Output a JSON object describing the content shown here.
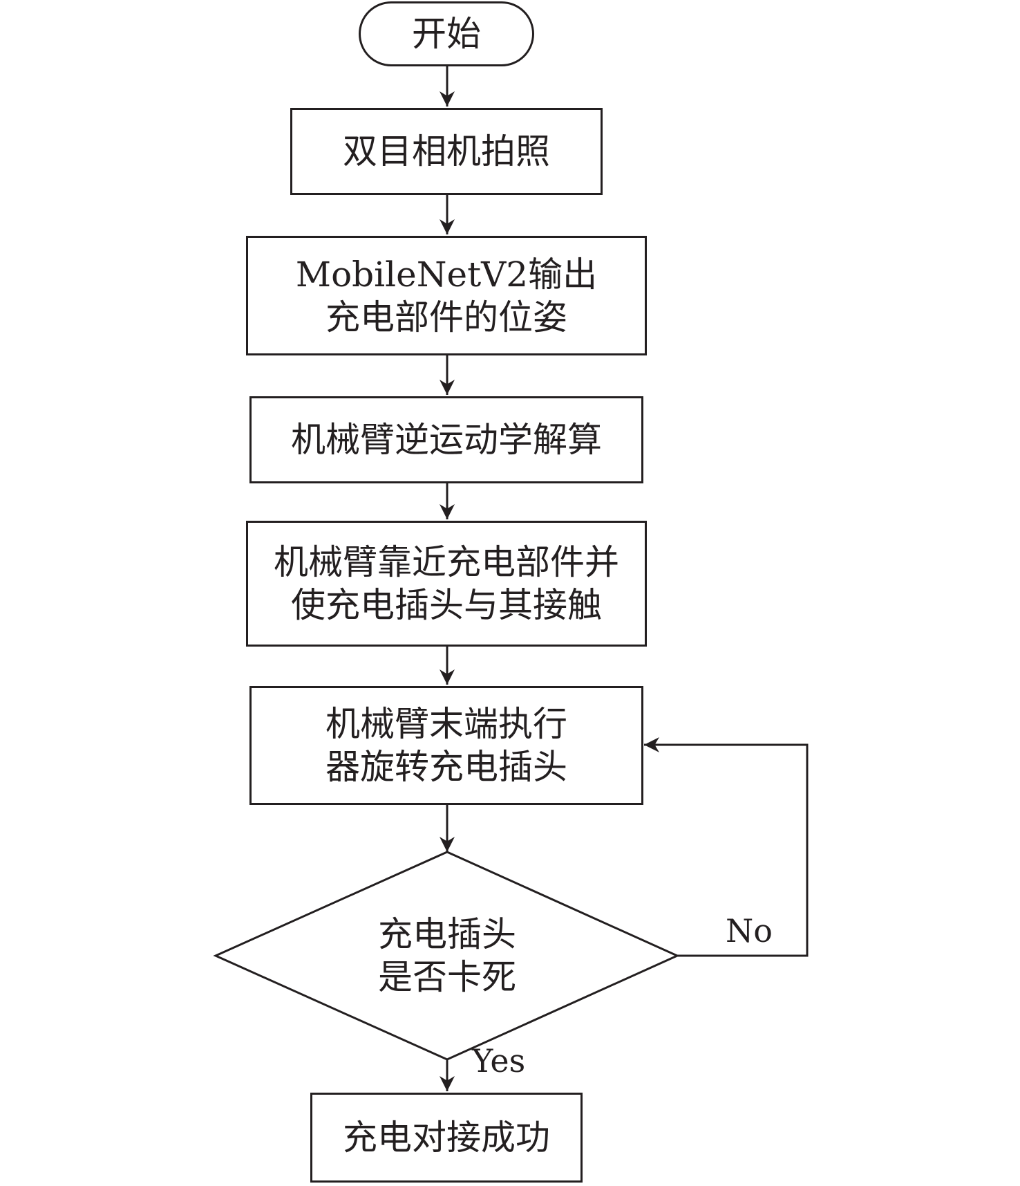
{
  "nodes": {
    "start": "开始",
    "capture": "双目相机拍照",
    "pose_line1": "MobileNetV2输出",
    "pose_line2": "充电部件的位姿",
    "ik": "机械臂逆运动学解算",
    "approach_line1": "机械臂靠近充电部件并",
    "approach_line2": "使充电插头与其接触",
    "rotate_line1": "机械臂末端执行",
    "rotate_line2": "器旋转充电插头",
    "decision_line1": "充电插头",
    "decision_line2": "是否卡死",
    "success": "充电对接成功"
  },
  "edges": {
    "no_label": "No",
    "yes_label": "Yes"
  }
}
